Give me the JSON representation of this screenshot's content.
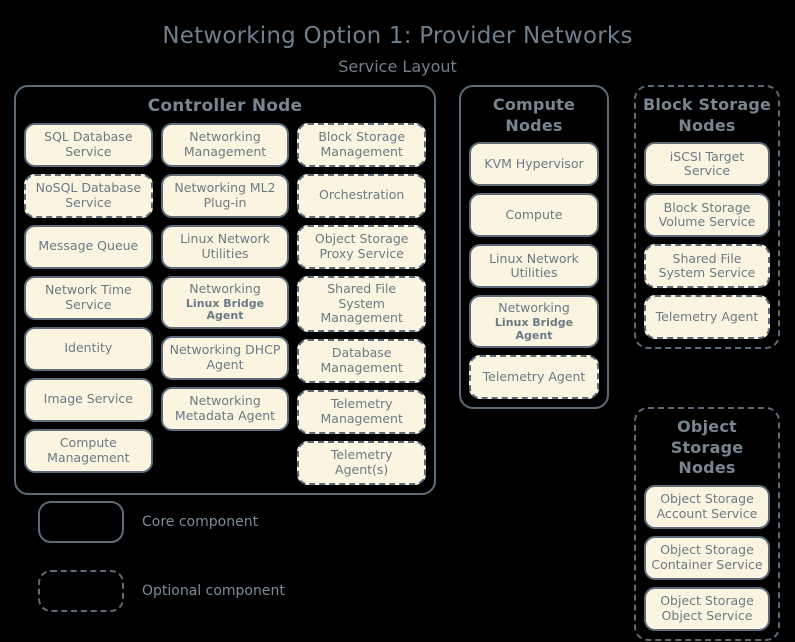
{
  "title": "Networking Option 1: Provider Networks",
  "subtitle": "Service Layout",
  "colors": {
    "background": "#000000",
    "chip_fill": "#fbf4e1",
    "border": "#5c6b77",
    "text": "#6b7b86",
    "title_text": "#6f7f8c"
  },
  "groups": {
    "controller": {
      "title": "Controller Node",
      "style": "solid",
      "columns": [
        [
          {
            "label": "SQL Database Service",
            "style": "solid"
          },
          {
            "label": "NoSQL Database Service",
            "style": "dashed"
          },
          {
            "label": "Message Queue",
            "style": "solid"
          },
          {
            "label": "Network Time Service",
            "style": "solid"
          },
          {
            "label": "Identity",
            "style": "solid"
          },
          {
            "label": "Image Service",
            "style": "solid"
          },
          {
            "label": "Compute Management",
            "style": "solid"
          }
        ],
        [
          {
            "label": "Networking Management",
            "style": "solid"
          },
          {
            "label": "Networking ML2 Plug-in",
            "style": "solid"
          },
          {
            "label": "Linux Network Utilities",
            "style": "solid"
          },
          {
            "label": "Networking",
            "sub": "Linux Bridge Agent",
            "style": "solid"
          },
          {
            "label": "Networking DHCP Agent",
            "style": "solid"
          },
          {
            "label": "Networking Metadata Agent",
            "style": "solid"
          },
          {
            "label": "",
            "style": "empty"
          }
        ],
        [
          {
            "label": "Block Storage Management",
            "style": "dashed"
          },
          {
            "label": "Orchestration",
            "style": "dashed"
          },
          {
            "label": "Object Storage Proxy Service",
            "style": "dashed"
          },
          {
            "label": "Shared File System Management",
            "style": "dashed"
          },
          {
            "label": "Database Management",
            "style": "dashed"
          },
          {
            "label": "Telemetry Management",
            "style": "dashed"
          },
          {
            "label": "Telemetry Agent(s)",
            "style": "dashed"
          }
        ]
      ]
    },
    "compute": {
      "title": "Compute Nodes",
      "style": "solid",
      "items": [
        {
          "label": "KVM Hypervisor",
          "style": "solid"
        },
        {
          "label": "Compute",
          "style": "solid"
        },
        {
          "label": "Linux Network Utilities",
          "style": "solid"
        },
        {
          "label": "Networking",
          "sub": "Linux Bridge Agent",
          "style": "solid"
        },
        {
          "label": "Telemetry Agent",
          "style": "dashed"
        }
      ]
    },
    "block_storage": {
      "title": "Block Storage Nodes",
      "style": "dashed",
      "items": [
        {
          "label": "iSCSI Target Service",
          "style": "solid"
        },
        {
          "label": "Block Storage Volume Service",
          "style": "solid"
        },
        {
          "label": "Shared File System Service",
          "style": "dashed"
        },
        {
          "label": "Telemetry Agent",
          "style": "dashed"
        }
      ]
    },
    "object_storage": {
      "title": "Object Storage Nodes",
      "style": "dashed",
      "items": [
        {
          "label": "Object Storage Account Service",
          "style": "solid"
        },
        {
          "label": "Object Storage Container Service",
          "style": "solid"
        },
        {
          "label": "Object Storage Object Service",
          "style": "solid"
        }
      ]
    }
  },
  "legend": [
    {
      "style": "solid",
      "label": "Core component"
    },
    {
      "style": "dashed",
      "label": "Optional component"
    }
  ]
}
